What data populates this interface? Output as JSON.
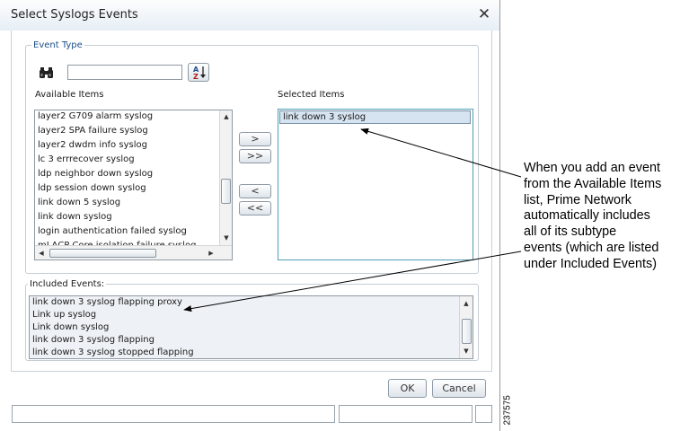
{
  "dialog": {
    "title": "Select Syslogs Events",
    "close_glyph": "✕"
  },
  "event_type": {
    "legend": "Event Type",
    "search_value": "",
    "search_icon": "binoculars-icon",
    "sort_icon": "sort-az-icon",
    "sort_label_a": "A",
    "sort_label_z": "Z"
  },
  "available": {
    "label": "Available Items",
    "items": [
      "layer2 G709 alarm syslog",
      "layer2 SPA failure syslog",
      "layer2 dwdm info syslog",
      "lc 3 errrecover syslog",
      "ldp neighbor down syslog",
      "ldp session down syslog",
      "link down 5 syslog",
      "link down syslog",
      "login authentication failed syslog",
      "mLACP Core isolation failure syslog"
    ]
  },
  "selected": {
    "label": "Selected Items",
    "items": [
      "link down 3 syslog"
    ]
  },
  "transfer_buttons": {
    "add": ">",
    "add_all": ">>",
    "remove": "<",
    "remove_all": "<<"
  },
  "included": {
    "legend": "Included Events:",
    "items": [
      "link down 3 syslog flapping proxy",
      "Link up syslog",
      "Link down syslog",
      "link down 3 syslog flapping",
      "link down 3 syslog stopped flapping"
    ]
  },
  "footer": {
    "ok": "OK",
    "cancel": "Cancel"
  },
  "annotation": {
    "lines": [
      "When you add an event",
      "from the Available Items",
      "list, Prime Network",
      "automatically includes",
      "all of its subtype",
      "events (which are listed",
      "under Included Events)"
    ],
    "figure_number": "237575"
  },
  "colors": {
    "selection": "#d6e3f0",
    "selected_border": "#4f9fb3",
    "legend": "#1b4f8a"
  }
}
